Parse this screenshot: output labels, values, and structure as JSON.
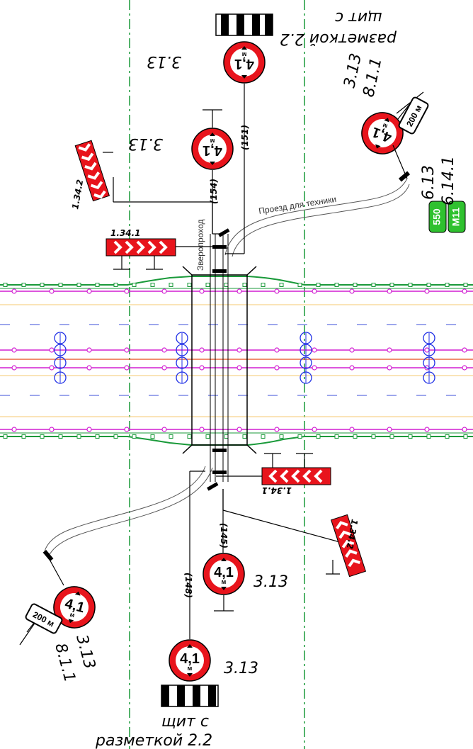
{
  "labels": {
    "sign_3_13": "3.13",
    "sign_8_1_1": "8.1.1",
    "sign_1_34_1": "1.34.1",
    "sign_1_34_2": "1.34.2",
    "sign_6_13": "6.13",
    "sign_6_14_1": "6.14.1",
    "shield_line1": "щит с",
    "shield_line2": "разметкой 2.2",
    "tech_road": "Проезд для техники",
    "animal_pass": "Звеpопроход",
    "dist_154": "(154)",
    "dist_151": "(151)",
    "dist_145": "(145)",
    "dist_148": "(148)"
  },
  "signs": {
    "height_value": "4,1",
    "height_unit": "м",
    "plate_200": "200 м"
  },
  "badges": {
    "km": "550",
    "route": "М11"
  },
  "colors": {
    "sign_red": "#e8141c",
    "edge_green": "#1a9a3a",
    "lane_magenta": "#d21fd2",
    "median_blue": "#1f2fe6",
    "center_orange": "#f5a623",
    "badge_green": "#2fc12f"
  }
}
